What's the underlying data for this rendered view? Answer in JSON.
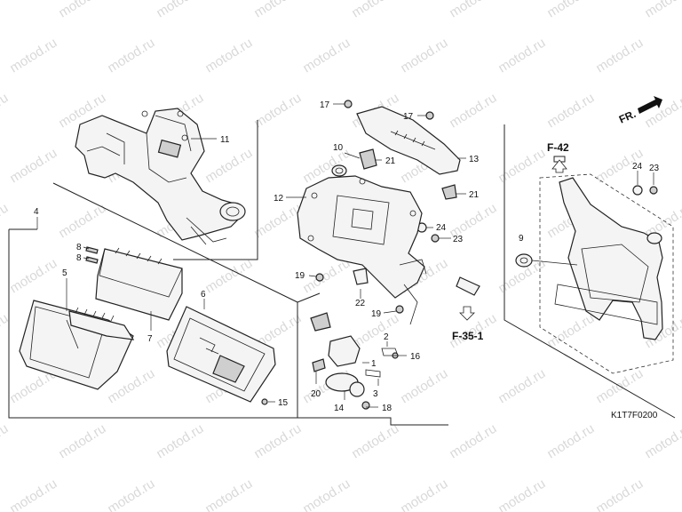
{
  "watermark": "motod.ru",
  "diagram_code": "K1T7F0200",
  "front_indicator": "FR.",
  "references": {
    "top_right": "F-42",
    "bottom_center": "F-35-1"
  },
  "callouts": [
    "1",
    "2",
    "3",
    "4",
    "5",
    "6",
    "7",
    "8",
    "8",
    "9",
    "10",
    "11",
    "12",
    "13",
    "14",
    "15",
    "16",
    "17",
    "17",
    "18",
    "19",
    "19",
    "20",
    "21",
    "21",
    "22",
    "23",
    "23",
    "24",
    "24"
  ]
}
